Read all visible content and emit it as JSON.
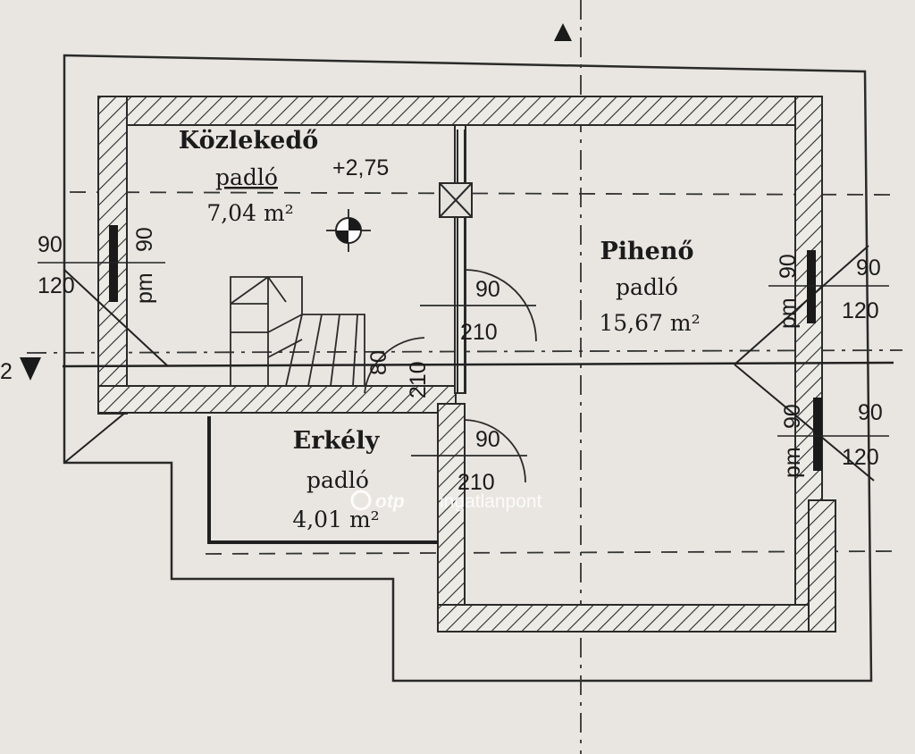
{
  "rooms": {
    "kozlekedo": {
      "name": "Közlekedő",
      "floor": "padló",
      "area": "7,04 m²"
    },
    "piheno": {
      "name": "Pihenő",
      "floor": "padló",
      "area": "15,67 m²"
    },
    "erkely": {
      "name": "Erkély",
      "floor": "padló",
      "area": "4,01 m²"
    }
  },
  "level_mark": "+2,75",
  "windows": {
    "left": {
      "width": "90",
      "height": "120",
      "sill": "pm",
      "sill_height": "90"
    },
    "right_upper": {
      "width": "90",
      "height": "120",
      "sill": "pm",
      "sill_height": "90"
    },
    "right_lower": {
      "width": "90",
      "height": "120",
      "sill": "pm",
      "sill_height": "90"
    }
  },
  "doors": {
    "piheno_door": {
      "width": "90",
      "height": "210"
    },
    "stair_door": {
      "width": "80",
      "height": "210"
    },
    "balcony_door": {
      "width": "90",
      "height": "210"
    }
  },
  "section_mark_left": "2",
  "watermark": {
    "brand": "otp",
    "text": "ingatlanpont"
  }
}
